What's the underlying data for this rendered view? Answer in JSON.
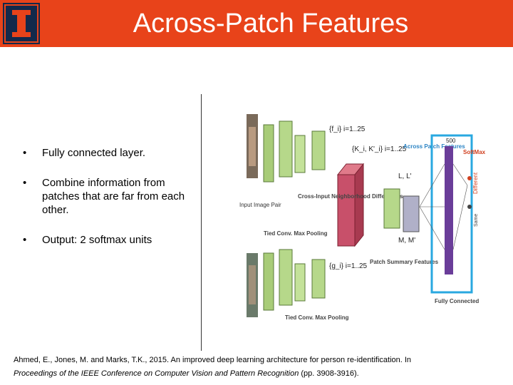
{
  "header": {
    "title": "Across-Patch Features",
    "logo_letter": "I",
    "accent_color": "#e8431a",
    "logo_color": "#13294b"
  },
  "bullets": [
    "Fully connected layer.",
    "Combine information from patches that are far from each other.",
    "Output: 2 softmax units"
  ],
  "bullet_glyph": "•",
  "figure": {
    "label_input": "Input Image Pair",
    "label_tied_top": "Tied Conv. Max Pooling",
    "label_tied_bottom": "Tied Conv. Max Pooling",
    "label_cross_input": "Cross-Input Neighborhood Differences",
    "label_patch_summary": "Patch Summary Features",
    "label_across_patch": "Across Patch Features",
    "label_fully_connected": "Fully Connected",
    "label_softmax": "SoftMax",
    "label_different": "Different",
    "label_same": "Same",
    "label_f": "{f_i} i=1..25",
    "label_g": "{g_i} i=1..25",
    "label_k": "{K_i, K'_i} i=1..25",
    "label_l": "L, L'",
    "label_m": "M, M'",
    "label_500": "500",
    "box_color": "#29a8e0",
    "fc_color": "#6a3d99"
  },
  "citation": {
    "authors": "Ahmed, E., Jones, M. and Marks, T.K., 2015. An improved deep learning architecture for person re-identification. In",
    "venue": "Proceedings of the IEEE Conference on Computer Vision and Pattern Recognition",
    "pages": " (pp. 3908-3916)."
  }
}
